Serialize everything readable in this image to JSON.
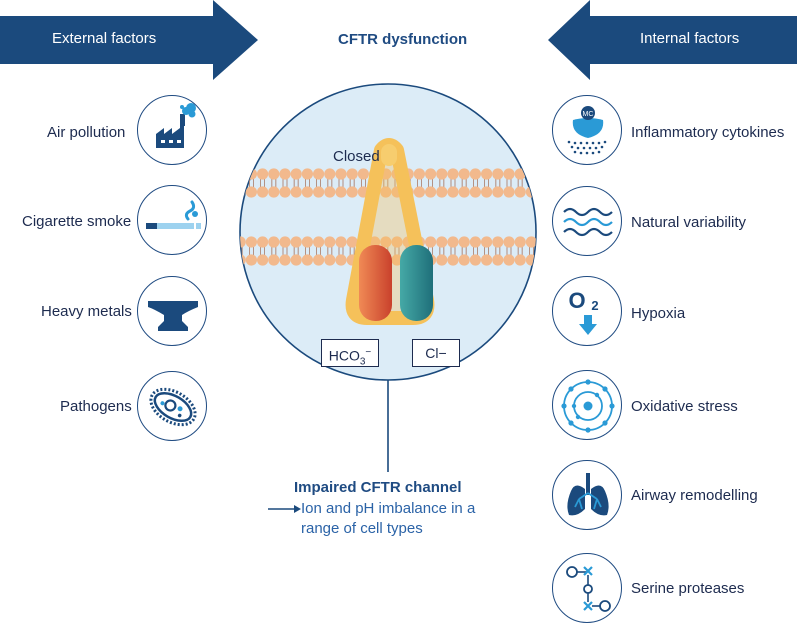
{
  "header": {
    "external_label": "External factors",
    "internal_label": "Internal factors",
    "title": "CFTR dysfunction"
  },
  "external_factors": [
    {
      "label": "Air pollution",
      "icon": "factory-icon"
    },
    {
      "label": "Cigarette smoke",
      "icon": "cigarette-icon"
    },
    {
      "label": "Heavy metals",
      "icon": "anvil-icon"
    },
    {
      "label": "Pathogens",
      "icon": "bacterium-icon"
    }
  ],
  "internal_factors": [
    {
      "label": "Inflammatory cytokines",
      "icon": "cell-secretion-icon",
      "icon_text": "MC"
    },
    {
      "label": "Natural variability",
      "icon": "waves-icon"
    },
    {
      "label": "Hypoxia",
      "icon": "oxygen-down-icon",
      "icon_text": "O",
      "icon_subscript": "2"
    },
    {
      "label": "Oxidative stress",
      "icon": "orbit-icon"
    },
    {
      "label": "Airway remodelling",
      "icon": "lungs-icon"
    },
    {
      "label": "Serine proteases",
      "icon": "protease-chain-icon"
    }
  ],
  "channel": {
    "state_label": "Closed",
    "ion_bicarbonate": "HCO",
    "ion_bicarbonate_sub": "3",
    "ion_bicarbonate_sup": "−",
    "ion_chloride": "Cl−"
  },
  "outcome": {
    "title": "Impaired CFTR channel",
    "description": "Ion and pH imbalance in a range of cell types"
  },
  "colors": {
    "navy": "#1b4a7d",
    "accent_blue": "#2a9ad6",
    "circle_fill": "#dcecf7",
    "lipid": "#f2b98d",
    "channel_frame": "#f5c15a",
    "channel_red": "#e35a3e",
    "channel_teal": "#2b8f95"
  }
}
